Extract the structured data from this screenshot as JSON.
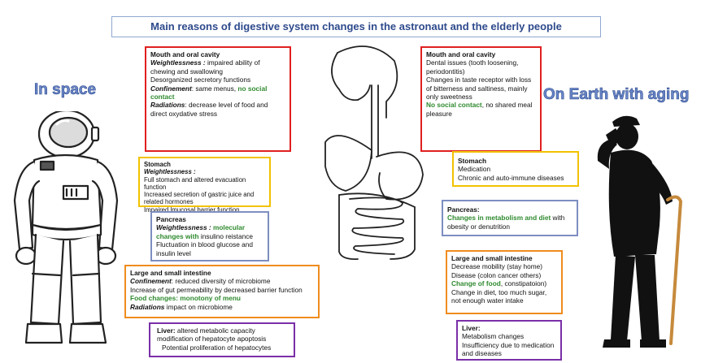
{
  "title": "Main reasons of digestive system changes in the astronaut and the elderly people",
  "labels": {
    "space": "In space",
    "earth": "On Earth with aging"
  },
  "space": {
    "mouth": {
      "header": "Mouth and oral cavity",
      "l1_key": "Weightlessness :",
      "l1_text": " impaired ability of chewing and swallowing",
      "l2": "Desorganized secretory functions",
      "l3_key": "Confinement",
      "l3_text": ": same menus, ",
      "l3_green": "no social contact",
      "l4_key": "Radiations",
      "l4_text": ": decrease level of food and direct oxydative stress"
    },
    "stomach": {
      "header": "Stomach",
      "l1_key": "Weightlessness :",
      "l2": "Full stomach and altered evacuation function",
      "l3": "Increased secretion of gastric juice and related hormones",
      "l4": "Impaired lmucosal barrier function"
    },
    "pancreas": {
      "header": "Pancreas",
      "l1_key": "Weightlessness :",
      "l1_green": " molecular changes with",
      "l1_text": " insulino reistance",
      "l2": "Fluctuation in blood glucose and insulin level"
    },
    "intestine": {
      "header": "Large and small intestine",
      "l1_key": "Confinement",
      "l1_text": ": reduced diversity of microbiome",
      "l2": "Increase of gut permeability by decreased barrier function",
      "l3_green": "Food changes: monotony of menu",
      "l4_key": "Radiations",
      "l4_text": " impact on microbiome"
    },
    "liver": {
      "l1_key": "Liver:",
      "l1_text": " altered metabolic capacity",
      "l2": "modification of hepatocyte apoptosis",
      "l3": "Potential proliferation of hepatocytes"
    }
  },
  "earth": {
    "mouth": {
      "header": "Mouth and oral cavity",
      "l1": "Dental issues (tooth loosening, periodontitis)",
      "l2": "Changes in taste receptor with loss of bitterness and saltiness, mainly only sweetness",
      "l3_green": "No social contact",
      "l3_text": ", no shared meal pleasure"
    },
    "stomach": {
      "header": "Stomach",
      "l1": "Medication",
      "l2": "Chronic and auto-immune diseases"
    },
    "pancreas": {
      "header": "Pancreas:",
      "l1_green": "Changes in metabolism and diet",
      "l1_text": " with obesity or denutrition"
    },
    "intestine": {
      "header": "Large and small intestine",
      "l1": "Decrease mobility (stay home)",
      "l2": "Disease (colon cancer others)",
      "l3_green": "Change of food",
      "l3_text": ", constipatoion)",
      "l4": "Change in diet, too much sugar, not enough water intake"
    },
    "liver": {
      "header": "Liver:",
      "l1": "Metabolism changes",
      "l2": "Insufficiency due to medication and diseases"
    }
  },
  "colors": {
    "red": "#e02020",
    "yellow": "#f2c200",
    "blue": "#7d8ec0",
    "orange": "#f08c1e",
    "purple": "#7a2fa8",
    "green": "#2f8a2f",
    "title": "#2e4a8c",
    "label": "#6b87c9"
  },
  "icons": [
    "astronaut-icon",
    "digestive-system-icon",
    "elderly-man-icon"
  ]
}
